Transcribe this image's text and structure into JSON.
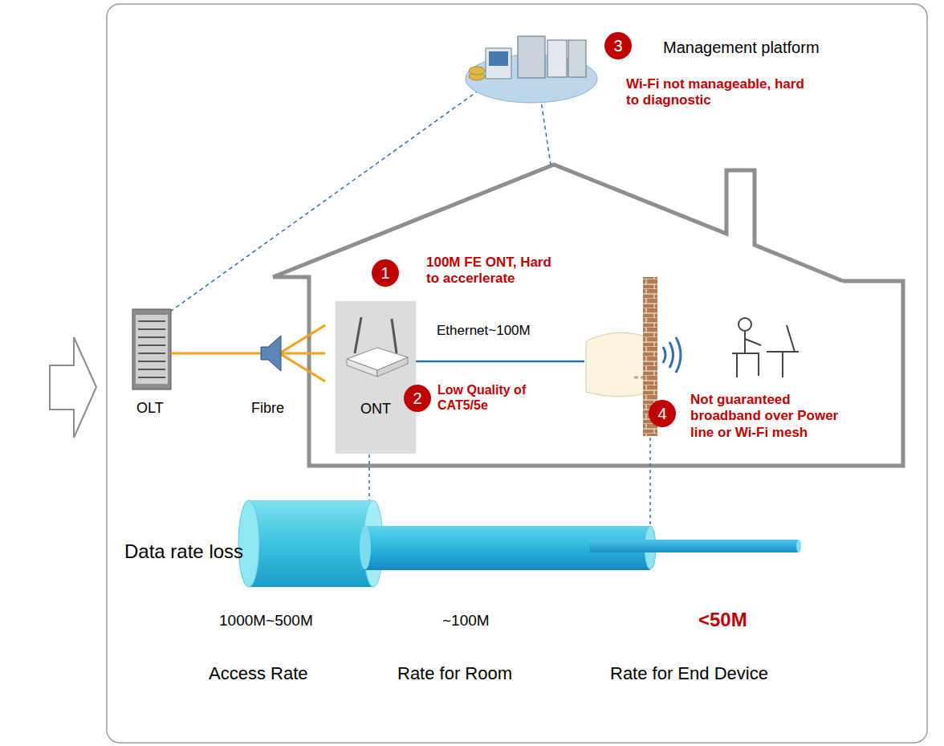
{
  "diagram": {
    "nodes": [
      {
        "text": [
          "3"
        ]
      },
      {
        "text": [
          "1"
        ]
      },
      {
        "text": [
          "ONT"
        ]
      },
      {
        "text": [
          "2"
        ]
      },
      {
        "text": [
          "4"
        ]
      }
    ],
    "labels": [
      "Management platform",
      "Wi-Fi not manageable, hard to diagnostic",
      "100M FE ONT, Hard to accerlerate",
      "Ethernet~100M",
      "OLT",
      "Fibre",
      "Low Quality of CAT5/5e",
      "Not guaranteed broadband over Power line or Wi-Fi mesh",
      "Data rate loss",
      "1000M~500M",
      "~100M",
      "<50M",
      "Access Rate",
      "Rate for Room",
      "Rate for End Device"
    ]
  }
}
